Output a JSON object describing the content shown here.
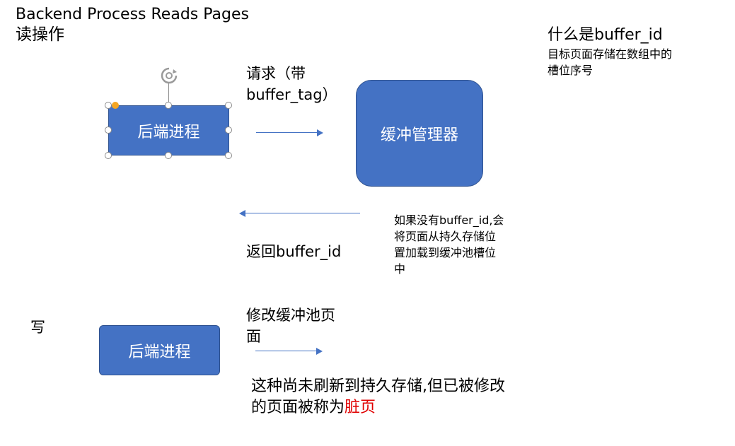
{
  "title": {
    "line1": "Backend Process Reads Pages",
    "line2": "读操作"
  },
  "definition": {
    "heading": "什么是buffer_id",
    "body_line1": "目标页面存储在数组中的",
    "body_line2": "槽位序号"
  },
  "read_section": {
    "backend_box_label": "后端进程",
    "buffer_manager_label": "缓冲管理器",
    "request_line1": "请求（带",
    "request_line2": "buffer_tag）",
    "return_label": "返回buffer_id",
    "note_line1": "如果没有buffer_id,会",
    "note_line2": "将页面从持久存储位",
    "note_line3": "置加载到缓冲池槽位",
    "note_line4": "中"
  },
  "write_section": {
    "label": "写",
    "backend_box_label": "后端进程",
    "modify_line1": "修改缓冲池页",
    "modify_line2": "面",
    "dirty_line1": "这种尚未刷新到持久存储,但已被修改",
    "dirty_line2_prefix": "的页面被称为",
    "dirty_highlight": "脏页"
  },
  "colors": {
    "box_fill": "#4472c4",
    "arrow": "#4472c4",
    "highlight": "#e00000",
    "selection_handle_accent": "#f5a623"
  },
  "icons": {
    "rotate_handle": "rotate-icon"
  }
}
